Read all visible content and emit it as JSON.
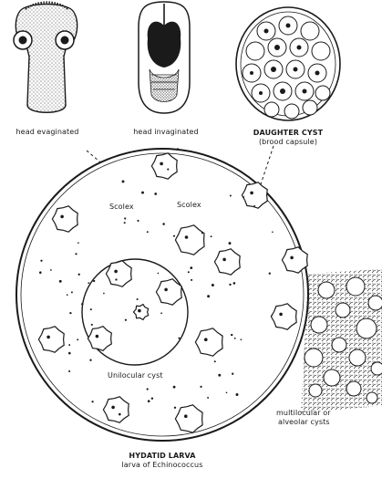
{
  "labels": {
    "head_evaginated": "head evaginated",
    "head_invaginated": "head invaginated",
    "daughter_cyst": "DAUGHTER CYST",
    "brood_capsule": "(brood capsule)",
    "scolex_left": "Scolex",
    "scolex_right": "Scolex",
    "unilocular_cyst": "Unilocular cyst",
    "multilocular_line1": "multilocular or",
    "multilocular_line2": "alveolar cysts",
    "hydatid_larva": "HYDATID LARVA",
    "larva_of_prefix": "larva of",
    "larva_of_genus": "Echinococcus"
  },
  "colors": {
    "ink": "#1a1a1a",
    "background": "#ffffff"
  }
}
